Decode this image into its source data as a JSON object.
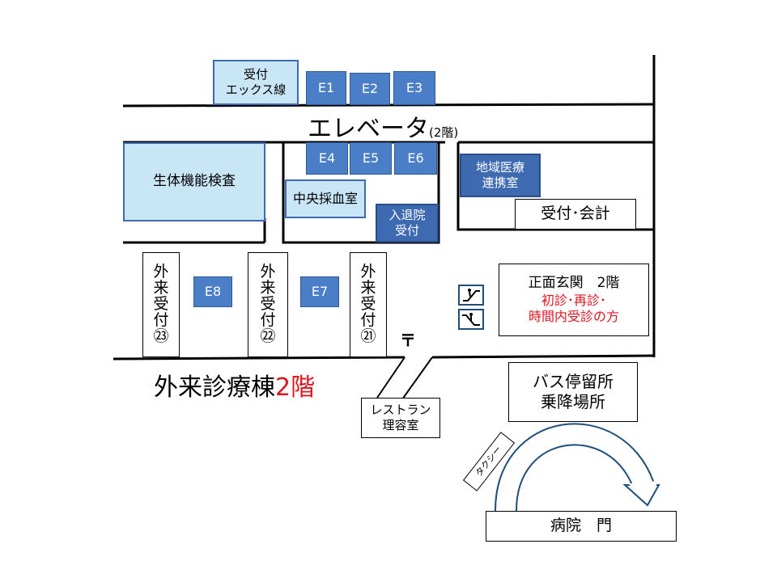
{
  "elevator_title": "エレベータ",
  "elevator_floor": "(2階)",
  "building_title_main": "外来診療棟",
  "building_title_floor": "2階",
  "reception_x": [
    "受付",
    "エックス線"
  ],
  "elevators": {
    "e1": "E1",
    "e2": "E2",
    "e3": "E3",
    "e4": "E4",
    "e5": "E5",
    "e6": "E6",
    "e7": "E7",
    "e8": "E8"
  },
  "physiology_test": "生体機能検査",
  "central_blood": "中央採血室",
  "admission": [
    "入退院",
    "受付"
  ],
  "community_medical": [
    "地域医療",
    "連携室"
  ],
  "reception_billing": "受付･会計",
  "outpatient_23": [
    "外",
    "来",
    "受",
    "付",
    "㉓"
  ],
  "outpatient_22": [
    "外",
    "来",
    "受",
    "付",
    "㉒"
  ],
  "outpatient_21": [
    "外",
    "来",
    "受",
    "付",
    "㉑"
  ],
  "post_mark": "〒",
  "entrance": {
    "title": "正面玄関　2階",
    "line1": "初診･再診･",
    "line2": "時間内受診の方"
  },
  "bus_stop": [
    "バス停留所",
    "乗降場所"
  ],
  "restaurant": [
    "レストラン",
    "理容室"
  ],
  "taxi": "タクシー",
  "hospital_gate": "病院　門",
  "colors": {
    "blue_box": "#4a7ec6",
    "light_blue_box": "#c9e6f7",
    "red_text": "#e0151d"
  },
  "icons": [
    "escalator-up-icon",
    "escalator-down-icon"
  ]
}
